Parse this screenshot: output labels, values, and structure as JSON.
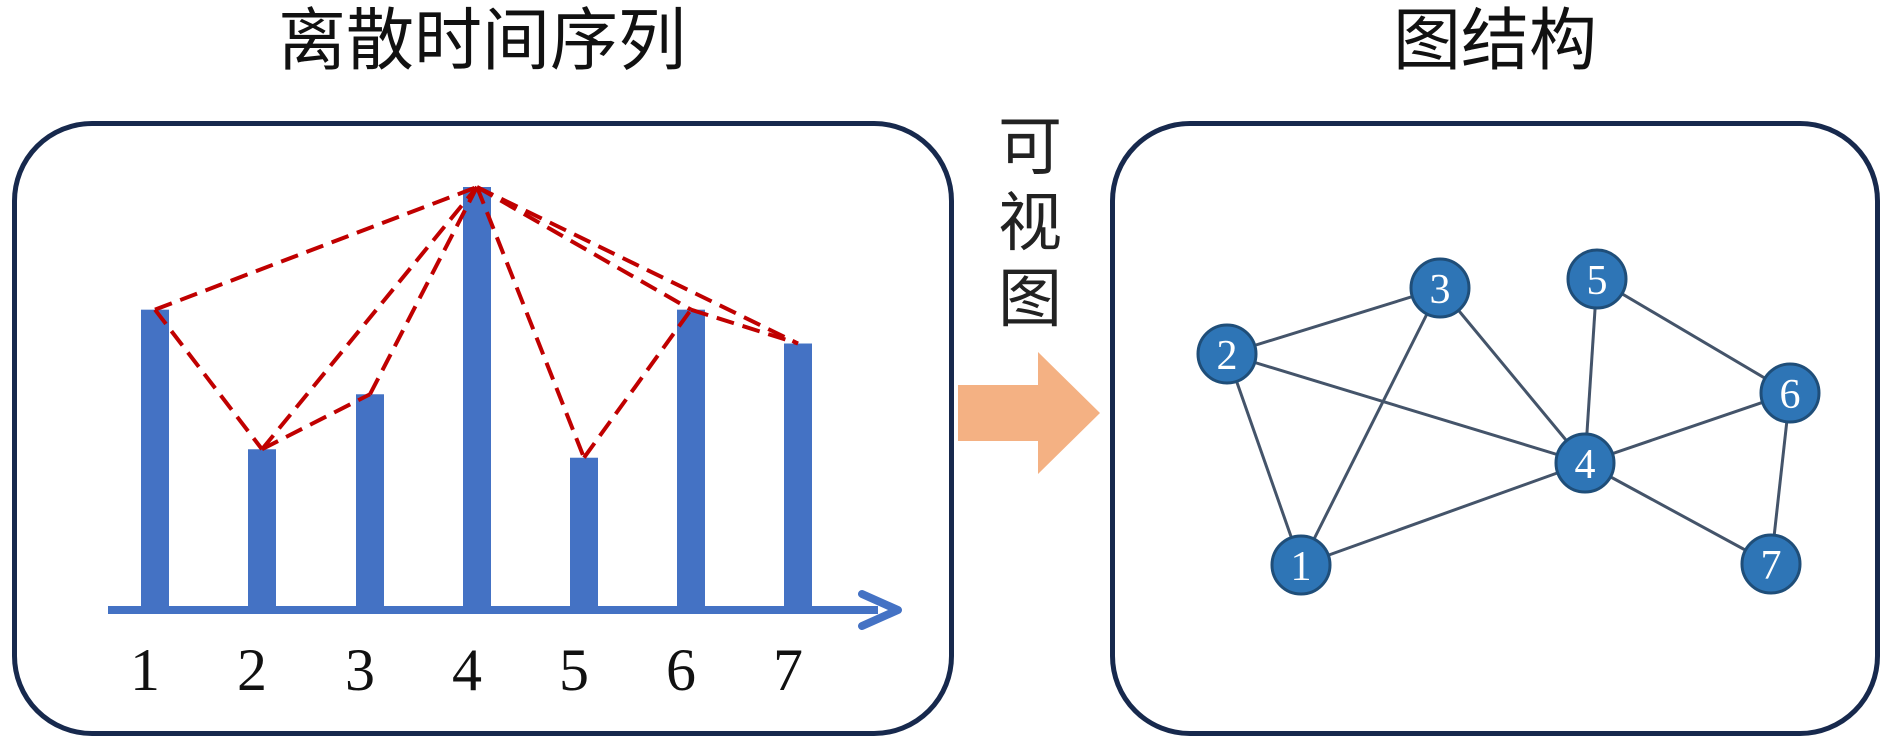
{
  "titles": {
    "left": "离散时间序列",
    "right": "图结构"
  },
  "method": [
    "可",
    "视",
    "图"
  ],
  "colors": {
    "panel_border": "#17294d",
    "bar": "#4472c4",
    "visibility_line": "#c00000",
    "arrow": "#f4b183",
    "node_fill": "#2e75b6",
    "node_stroke": "#1f4e79",
    "edge": "#44546a"
  },
  "time_series": {
    "tick_labels": [
      "1",
      "2",
      "3",
      "4",
      "5",
      "6",
      "7"
    ],
    "values": [
      7.1,
      3.8,
      5.1,
      10.0,
      3.6,
      7.1,
      6.3
    ],
    "visibility_edges": [
      [
        1,
        2
      ],
      [
        1,
        4
      ],
      [
        2,
        3
      ],
      [
        2,
        4
      ],
      [
        3,
        4
      ],
      [
        4,
        5
      ],
      [
        4,
        6
      ],
      [
        4,
        7
      ],
      [
        5,
        6
      ],
      [
        6,
        7
      ]
    ]
  },
  "graph": {
    "nodes": [
      "1",
      "2",
      "3",
      "4",
      "5",
      "6",
      "7"
    ],
    "edges": [
      [
        1,
        2
      ],
      [
        1,
        3
      ],
      [
        1,
        4
      ],
      [
        2,
        3
      ],
      [
        2,
        4
      ],
      [
        3,
        4
      ],
      [
        4,
        5
      ],
      [
        4,
        6
      ],
      [
        4,
        7
      ],
      [
        5,
        6
      ],
      [
        6,
        7
      ]
    ]
  }
}
